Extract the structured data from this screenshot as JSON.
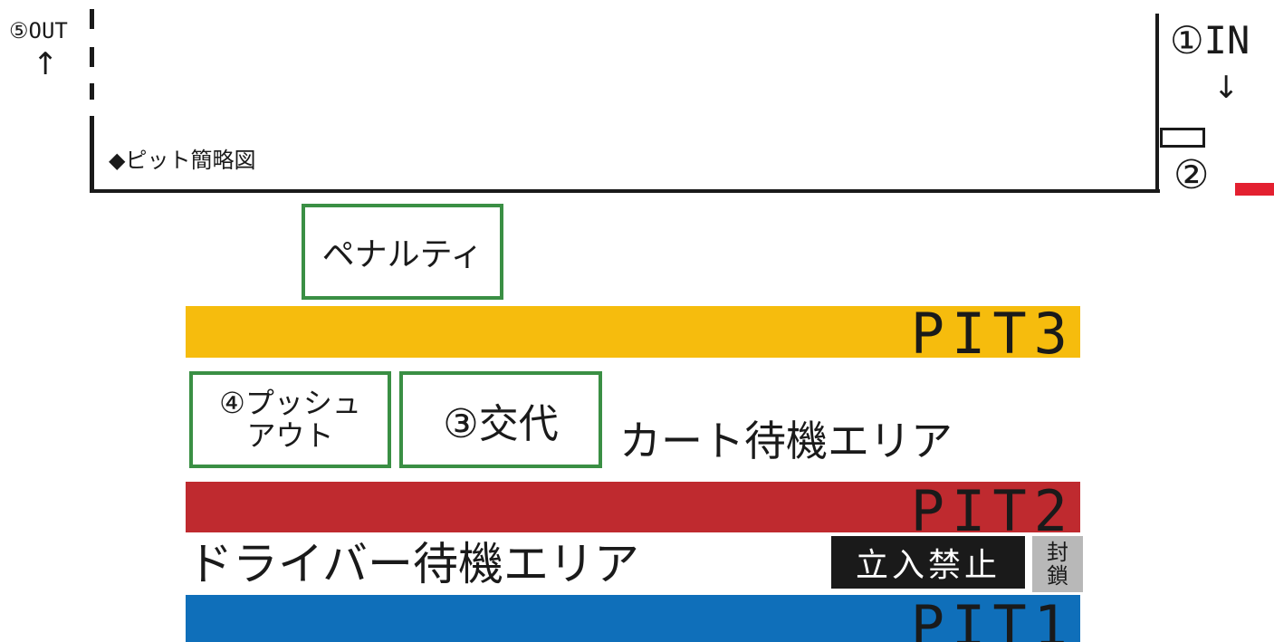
{
  "markers": {
    "out_label": "⑤OUT",
    "out_arrow": "↑",
    "in_label": "①IN",
    "in_arrow": "↓",
    "marker_2": "②"
  },
  "title": "◆ピット簡略図",
  "zones": {
    "penalty": "ペナルティ",
    "push_out_line1": "④プッシュ",
    "push_out_line2": "アウト",
    "driver_change": "③交代",
    "kart_waiting": "カート待機エリア",
    "driver_waiting": "ドライバー待機エリア",
    "no_entry": "立入禁止",
    "closed_line1": "封",
    "closed_line2": "鎖"
  },
  "pits": {
    "pit3": "PIT3",
    "pit2": "PIT2",
    "pit1": "PIT1"
  },
  "colors": {
    "pit3": "#f6bc0d",
    "pit2": "#bf2a2f",
    "pit1": "#0f6fba",
    "box_border": "#3a8f44",
    "no_entry_bg": "#1a1a1a",
    "closed_bg": "#b8b8b8",
    "marker_red": "#e32030"
  }
}
